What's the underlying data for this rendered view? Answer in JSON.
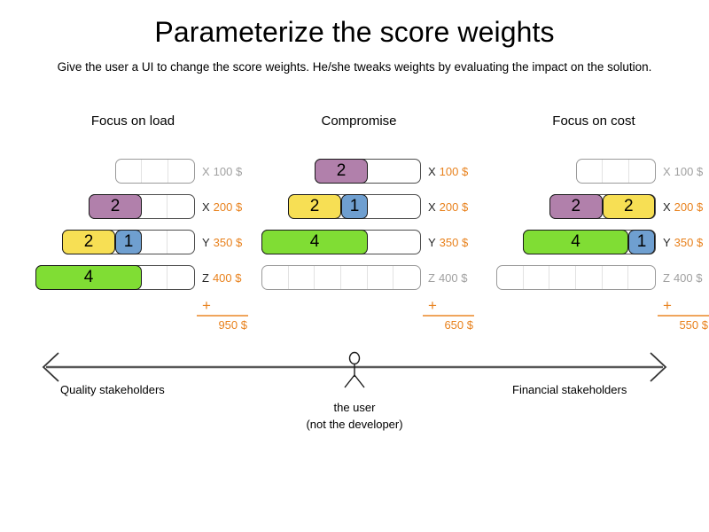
{
  "slide": {
    "title": "Parameterize the score weights",
    "subtitle": "Give the user a UI to change the score weights. He/she tweaks weights by evaluating the impact on the solution."
  },
  "colors": {
    "purple": "#b180ab",
    "yellow": "#f7df54",
    "blue": "#6f9fd0",
    "green": "#80dd34",
    "accent_orange": "#e8811c",
    "rule_orange": "#f0a55c",
    "muted_gray": "#a0a0a0",
    "track_border": "#9a9a9a",
    "track_border_active": "#4d4d4d",
    "chip_border": "#1a1a1a",
    "axis_line": "#595959"
  },
  "columns": [
    {
      "title": "Focus on load",
      "total_plus": "+",
      "total": "950 $",
      "rows": [
        {
          "letter": "X",
          "amount": "100 $",
          "muted": true,
          "track_width": 90,
          "track_offset": 0,
          "empty_segments": 3,
          "chips": []
        },
        {
          "letter": "X",
          "amount": "200 $",
          "muted": false,
          "track_width": 120,
          "track_offset": 0,
          "empty_segments": 2,
          "chips": [
            {
              "value": "2",
              "color": "#b180ab",
              "width": 60
            }
          ]
        },
        {
          "letter": "Y",
          "amount": "350 $",
          "muted": false,
          "track_width": 150,
          "track_offset": 0,
          "empty_segments": 2,
          "chips": [
            {
              "value": "2",
              "color": "#f7df54",
              "width": 60
            },
            {
              "value": "1",
              "color": "#6f9fd0",
              "width": 30
            }
          ]
        },
        {
          "letter": "Z",
          "amount": "400 $",
          "muted": false,
          "track_width": 180,
          "track_offset": 0,
          "empty_segments": 2,
          "chips": [
            {
              "value": "4",
              "color": "#80dd34",
              "width": 120
            }
          ]
        }
      ]
    },
    {
      "title": "Compromise",
      "total_plus": "+",
      "total": "650 $",
      "rows": [
        {
          "letter": "X",
          "amount": "100 $",
          "muted": false,
          "track_width": 120,
          "track_offset": 0,
          "empty_segments": 1,
          "chips": [
            {
              "value": "2",
              "color": "#b180ab",
              "width": 60
            }
          ]
        },
        {
          "letter": "X",
          "amount": "200 $",
          "muted": false,
          "track_width": 150,
          "track_offset": 0,
          "empty_segments": 1,
          "chips": [
            {
              "value": "2",
              "color": "#f7df54",
              "width": 60
            },
            {
              "value": "1",
              "color": "#6f9fd0",
              "width": 30
            }
          ]
        },
        {
          "letter": "Y",
          "amount": "350 $",
          "muted": false,
          "track_width": 180,
          "track_offset": 0,
          "empty_segments": 1,
          "chips": [
            {
              "value": "4",
              "color": "#80dd34",
              "width": 120
            }
          ]
        },
        {
          "letter": "Z",
          "amount": "400 $",
          "muted": true,
          "track_width": 180,
          "track_offset": 0,
          "empty_segments": 6,
          "chips": []
        }
      ]
    },
    {
      "title": "Focus on cost",
      "total_plus": "+",
      "total": "550 $",
      "rows": [
        {
          "letter": "X",
          "amount": "100 $",
          "muted": true,
          "track_width": 90,
          "track_offset": 0,
          "empty_segments": 3,
          "chips": []
        },
        {
          "letter": "X",
          "amount": "200 $",
          "muted": false,
          "track_width": 120,
          "track_offset": 0,
          "empty_segments": 0,
          "chips": [
            {
              "value": "2",
              "color": "#b180ab",
              "width": 60
            },
            {
              "value": "2",
              "color": "#f7df54",
              "width": 60
            }
          ]
        },
        {
          "letter": "Y",
          "amount": "350 $",
          "muted": false,
          "track_width": 150,
          "track_offset": 0,
          "empty_segments": 0,
          "chips": [
            {
              "value": "4",
              "color": "#80dd34",
              "width": 120
            },
            {
              "value": "1",
              "color": "#6f9fd0",
              "width": 30
            }
          ]
        },
        {
          "letter": "Z",
          "amount": "400 $",
          "muted": true,
          "track_width": 180,
          "track_offset": 0,
          "empty_segments": 6,
          "chips": []
        }
      ]
    }
  ],
  "axis": {
    "left_label": "Quality stakeholders",
    "right_label": "Financial stakeholders",
    "user_caption_line1": "the user",
    "user_caption_line2": "(not the developer)"
  }
}
